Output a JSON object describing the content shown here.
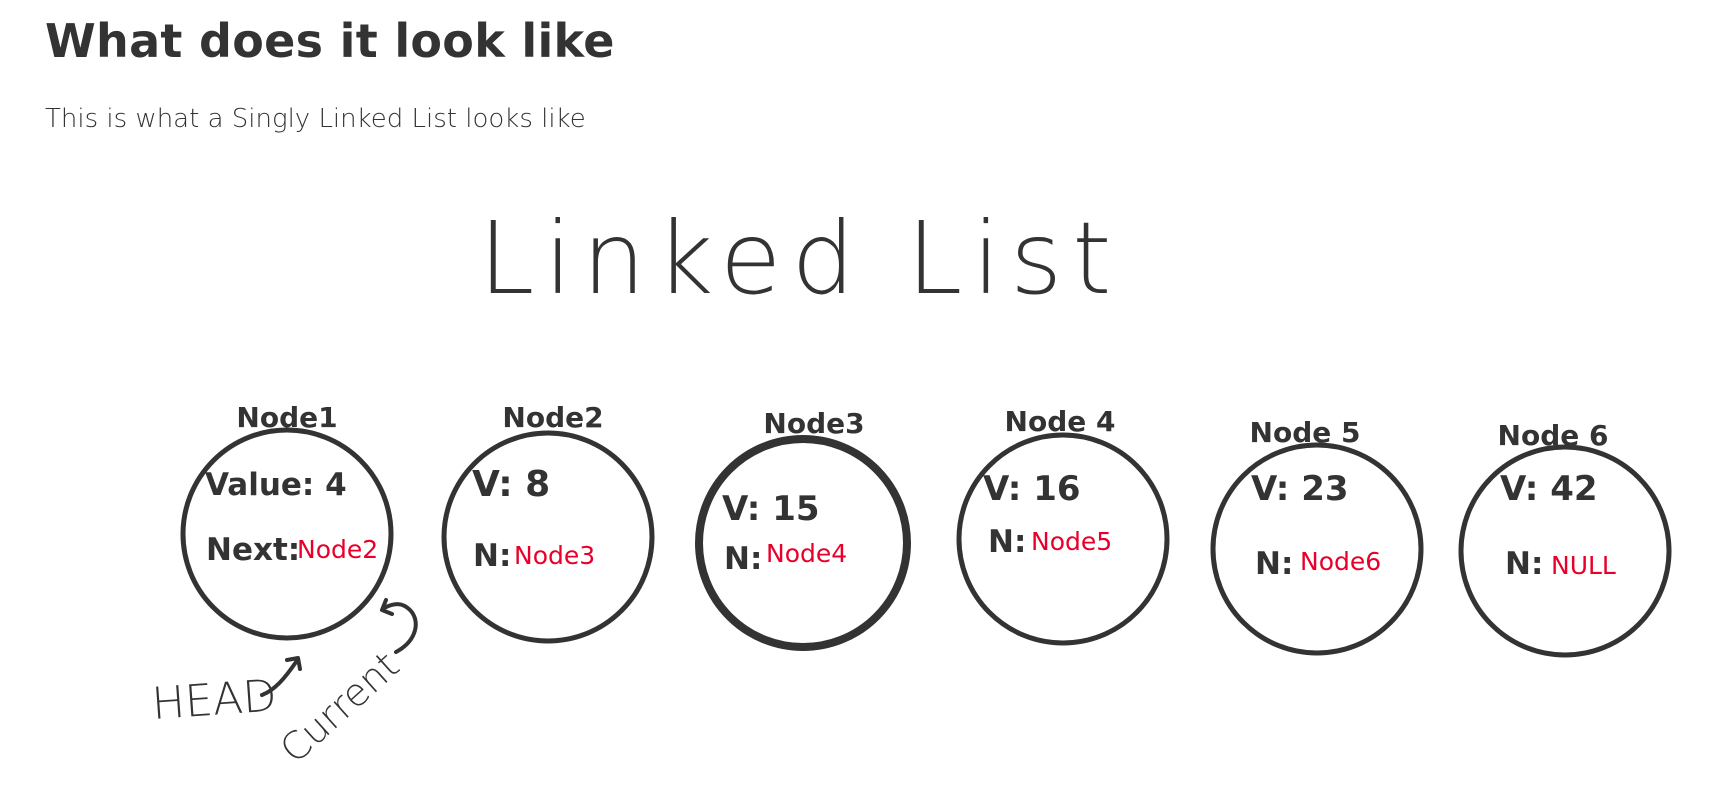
{
  "page": {
    "heading": "What does it look like",
    "intro": "This is what a Singly Linked List looks like"
  },
  "diagram": {
    "title": "Linked List",
    "ink_color": "#333333",
    "pointer_color": "#e8002b",
    "nodes": [
      {
        "label": "Node1",
        "value_text": "Value: 4",
        "next_prefix": "Next:",
        "next_ref": "Node2"
      },
      {
        "label": "Node2",
        "value_text": "V: 8",
        "next_prefix": "N:",
        "next_ref": "Node3"
      },
      {
        "label": "Node3",
        "value_text": "V: 15",
        "next_prefix": "N:",
        "next_ref": "Node4"
      },
      {
        "label": "Node 4",
        "value_text": "V: 16",
        "next_prefix": "N:",
        "next_ref": "Node5"
      },
      {
        "label": "Node 5",
        "value_text": "V: 23",
        "next_prefix": "N:",
        "next_ref": "Node6"
      },
      {
        "label": "Node 6",
        "value_text": "V: 42",
        "next_prefix": "N:",
        "next_ref": "NULL"
      }
    ],
    "annotations": {
      "head": "HEAD",
      "current": "Current"
    }
  }
}
